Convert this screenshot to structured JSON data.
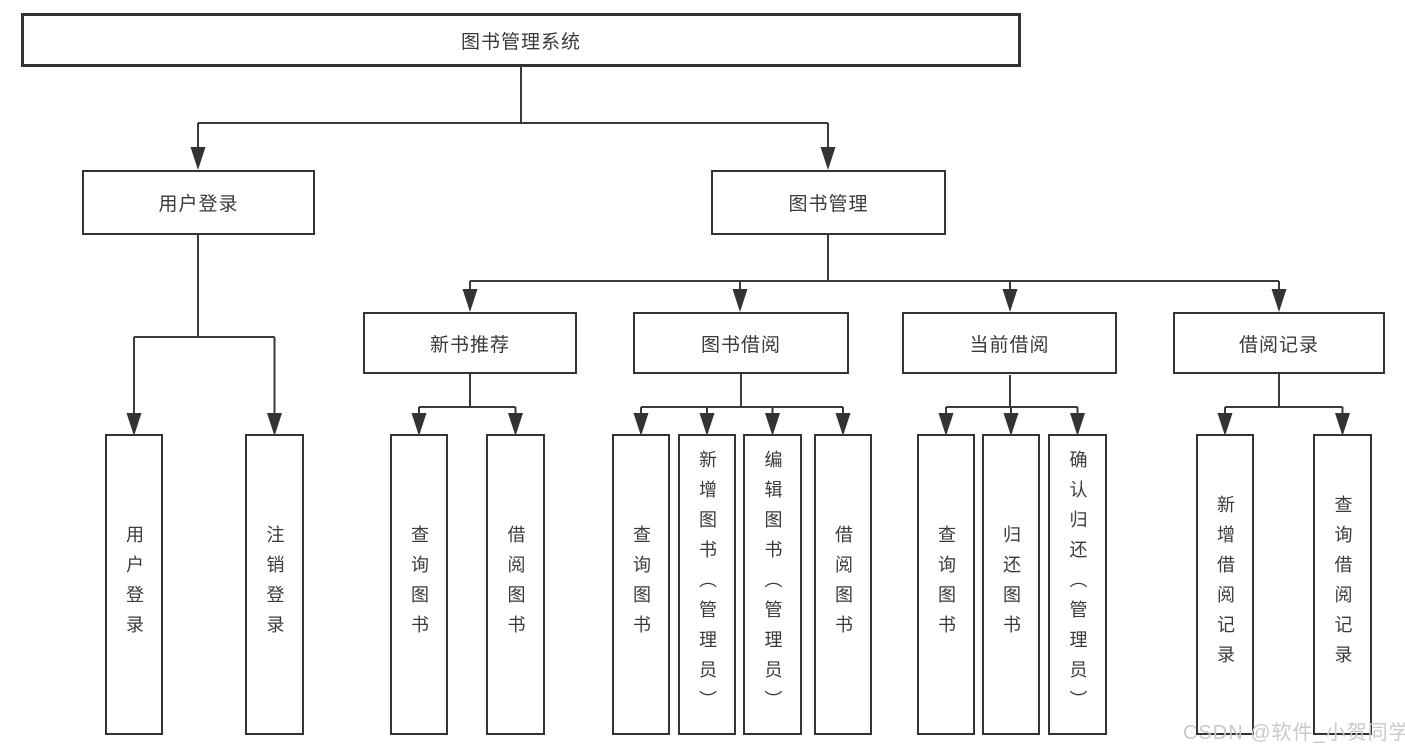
{
  "diagram_title": "图书管理系统",
  "tree": {
    "label": "图书管理系统",
    "children": [
      {
        "label": "用户登录",
        "children": [
          {
            "label": "用户登录"
          },
          {
            "label": "注销登录"
          }
        ]
      },
      {
        "label": "图书管理",
        "children": [
          {
            "label": "新书推荐",
            "children": [
              {
                "label": "查询图书"
              },
              {
                "label": "借阅图书"
              }
            ]
          },
          {
            "label": "图书借阅",
            "children": [
              {
                "label": "查询图书"
              },
              {
                "label": "新增图书（管理员）"
              },
              {
                "label": "编辑图书（管理员）"
              },
              {
                "label": "借阅图书"
              }
            ]
          },
          {
            "label": "当前借阅",
            "children": [
              {
                "label": "查询图书"
              },
              {
                "label": "归还图书"
              },
              {
                "label": "确认归还（管理员）"
              }
            ]
          },
          {
            "label": "借阅记录",
            "children": [
              {
                "label": "新增借阅记录"
              },
              {
                "label": "查询借阅记录"
              }
            ]
          }
        ]
      }
    ]
  },
  "watermark": "CSDN @软件_小贺同学",
  "colors": {
    "line": "#3a3a3a",
    "box_border": "#333333",
    "box_fill": "#ffffff",
    "text": "#3a3a3a",
    "watermark": "#c9c9c9",
    "background": "#ffffff"
  }
}
